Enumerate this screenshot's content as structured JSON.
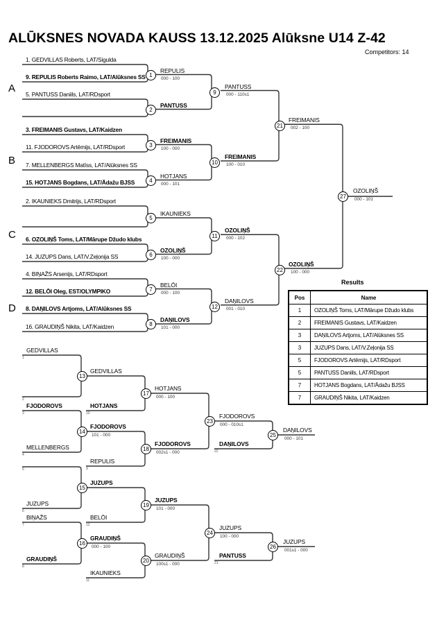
{
  "header": {
    "title": "ALŪKSNES NOVADA KAUSS  13.12.2025  Alūksne   U14 Z-42",
    "competitors": "Competitors: 14"
  },
  "pools": [
    "A",
    "B",
    "C",
    "D"
  ],
  "entries": [
    {
      "text": "1. GEDVILLAS Roberts, LAT/Sigulda",
      "bold": false
    },
    {
      "text": "9. REPULIS Roberts Raimo, LAT/Alūksnes SS",
      "bold": true
    },
    {
      "text": "5. PANTUSS Daniils, LAT/RDsport",
      "bold": false
    },
    {
      "text": "",
      "bold": false
    },
    {
      "text": "3. FREIMANIS Gustavs, LAT/Kaidzen",
      "bold": true
    },
    {
      "text": "11. FJODOROVS Artēmijs, LAT/RDsport",
      "bold": false
    },
    {
      "text": "7. MELLENBERGS Matīss, LAT/Alūksnes SS",
      "bold": false
    },
    {
      "text": "15. HOTJANS Bogdans, LAT/Ādažu BJSS",
      "bold": true
    },
    {
      "text": "2. IKAUNIEKS Dmitrijs, LAT/RDsport",
      "bold": false
    },
    {
      "text": "",
      "bold": false
    },
    {
      "text": "6. OZOLIŅŠ Toms, LAT/Mārupe Džudo klubs",
      "bold": true
    },
    {
      "text": "14. JUZUPS Dans, LAT/V.Zeļonija SS",
      "bold": false
    },
    {
      "text": "4. BIŅAŽS Arsenijs, LAT/RDsport",
      "bold": false
    },
    {
      "text": "12. BELŌI Oleg, EST/OLYMPIKO",
      "bold": true
    },
    {
      "text": "8. DAŅILOVS Artjoms, LAT/Alūksnes SS",
      "bold": true
    },
    {
      "text": "16. GRAUDIŅŠ Nikita, LAT/Kaidzen",
      "bold": false
    }
  ],
  "matches": {
    "m1": {
      "num": "1",
      "winner": "REPULIS",
      "score": "000 - 100"
    },
    "m2": {
      "num": "2",
      "winner": "PANTUSS",
      "score": ""
    },
    "m3": {
      "num": "3",
      "winner": "FREIMANIS",
      "score": "100 - 000"
    },
    "m4": {
      "num": "4",
      "winner": "HOTJANS",
      "score": "000 - 101"
    },
    "m5": {
      "num": "5",
      "winner": "IKAUNIEKS",
      "score": ""
    },
    "m6": {
      "num": "6",
      "winner": "OZOLIŅŠ",
      "score": "100 - 000"
    },
    "m7": {
      "num": "7",
      "winner": "BELŌI",
      "score": "000 - 100"
    },
    "m8": {
      "num": "8",
      "winner": "DAŅILOVS",
      "score": "101 - 000"
    },
    "m9": {
      "num": "9",
      "winner": "PANTUSS",
      "score": "000 - 110s1"
    },
    "m10": {
      "num": "10",
      "winner": "FREIMANIS",
      "score": "100 - 010"
    },
    "m11": {
      "num": "11",
      "winner": "OZOLIŅŠ",
      "score": "000 - 102"
    },
    "m12": {
      "num": "12",
      "winner": "DAŅILOVS",
      "score": "001 - 010"
    },
    "m21": {
      "num": "21",
      "winner": "FREIMANIS",
      "score": "002 - 100"
    },
    "m22": {
      "num": "22",
      "winner": "OZOLIŅŠ",
      "score": "100 - 000"
    },
    "m27": {
      "num": "27",
      "winner": "OZOLIŅŠ",
      "score": "000 - 101"
    },
    "m13": {
      "num": "13",
      "winner": "GEDVILLAS",
      "score": ""
    },
    "m14": {
      "num": "14",
      "winner": "FJODOROVS",
      "score": "101 - 000"
    },
    "m15": {
      "num": "15",
      "winner": "JUZUPS",
      "score": ""
    },
    "m16": {
      "num": "16",
      "winner": "GRAUDIŅŠ",
      "score": "000 - 100"
    },
    "m17": {
      "num": "17",
      "winner": "HOTJANS",
      "score": "000 - 100"
    },
    "m18": {
      "num": "18",
      "winner": "FJODOROVS",
      "score": "002s1 - 000"
    },
    "m19": {
      "num": "19",
      "winner": "JUZUPS",
      "score": "101 - 000"
    },
    "m20": {
      "num": "20",
      "winner": "GRAUDIŅŠ",
      "score": "100s1 - 000"
    },
    "m23": {
      "num": "23",
      "winner": "FJODOROVS",
      "score": "000 - 010s1"
    },
    "m24": {
      "num": "24",
      "winner": "JUZUPS",
      "score": "100 - 000"
    },
    "m25": {
      "num": "25",
      "winner": "DAŅILOVS",
      "score": "000 - 101"
    },
    "m26": {
      "num": "26",
      "winner": "JUZUPS",
      "score": "001s1 - 000"
    }
  },
  "repechage_entries": {
    "r13a": {
      "name": "GEDVILLAS",
      "seed": "1"
    },
    "r13b": {
      "name": "",
      "seed": "2"
    },
    "r17b": {
      "name": "HOTJANS",
      "seed": "10"
    },
    "r14a": {
      "name": "FJODOROVS",
      "seed": "3"
    },
    "r14b": {
      "name": "MELLENBERGS",
      "seed": "4"
    },
    "r18b": {
      "name": "REPULIS",
      "seed": "9"
    },
    "r23b": {
      "name": "DAŅILOVS",
      "seed": "22"
    },
    "r15a": {
      "name": "",
      "seed": "5"
    },
    "r15b": {
      "name": "JUZUPS",
      "seed": "6"
    },
    "r19b": {
      "name": "BELŌI",
      "seed": "12"
    },
    "r16a": {
      "name": "BIŅAŽS",
      "seed": "7"
    },
    "r16b": {
      "name": "GRAUDIŅŠ",
      "seed": "8"
    },
    "r20b": {
      "name": "IKAUNIEKS",
      "seed": "11"
    },
    "r24b": {
      "name": "PANTUSS",
      "seed": "21"
    }
  },
  "results": {
    "title": "Results",
    "headers": {
      "pos": "Pos",
      "name": "Name"
    },
    "rows": [
      {
        "pos": "1",
        "name": "OZOLIŅŠ Toms, LAT/Mārupe Džudo klubs"
      },
      {
        "pos": "2",
        "name": "FREIMANIS Gustavs, LAT/Kaidzen"
      },
      {
        "pos": "3",
        "name": "DAŅILOVS Artjoms, LAT/Alūksnes SS"
      },
      {
        "pos": "3",
        "name": "JUZUPS Dans, LAT/V.Zeļonija SS"
      },
      {
        "pos": "5",
        "name": "FJODOROVS Artēmijs, LAT/RDsport"
      },
      {
        "pos": "5",
        "name": "PANTUSS Daniils, LAT/RDsport"
      },
      {
        "pos": "7",
        "name": "HOTJANS Bogdans, LAT/Ādažu BJSS"
      },
      {
        "pos": "7",
        "name": "GRAUDIŅŠ Nikita, LAT/Kaidzen"
      }
    ]
  }
}
